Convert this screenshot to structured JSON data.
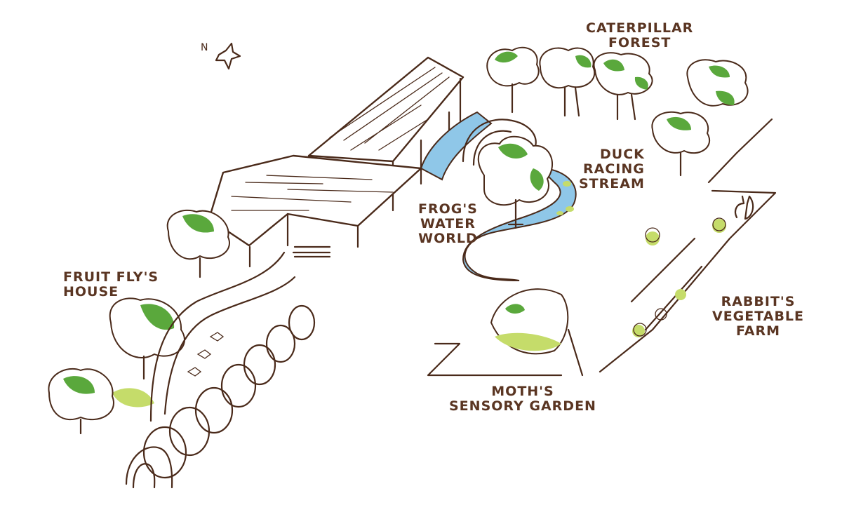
{
  "map": {
    "labels": {
      "caterpillar": [
        "CATERPILLAR",
        "FOREST"
      ],
      "duck": [
        "DUCK",
        "RACING",
        "STREAM"
      ],
      "frog": [
        "FROG'S",
        "WATER",
        "WORLD"
      ],
      "fruitfly": [
        "FRUIT FLY'S",
        "HOUSE"
      ],
      "rabbit": [
        "RABBIT'S",
        "VEGETABLE",
        "FARM"
      ],
      "moth": [
        "MOTH'S",
        "SENSORY GARDEN"
      ]
    },
    "compass": "N"
  },
  "colors": {
    "ink": "#4a2a1a",
    "label_text": "#5a3522",
    "water": "#8fc7e8",
    "leaf_green": "#5aa83c",
    "leaf_light": "#c5dc6a",
    "background": "#ffffff"
  }
}
